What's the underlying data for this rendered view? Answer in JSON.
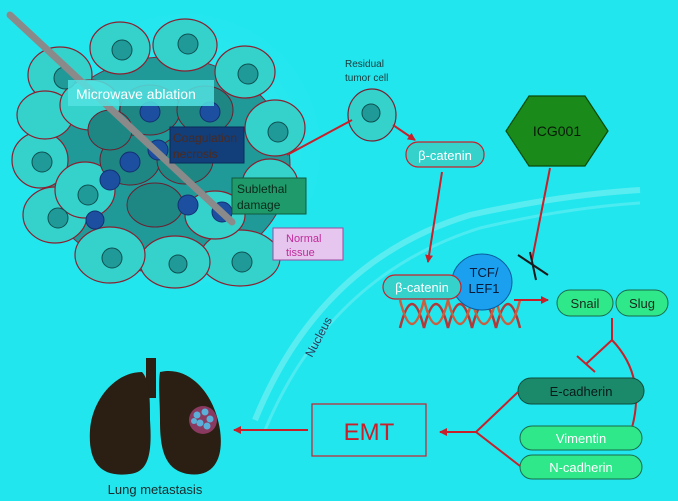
{
  "labels": {
    "microwave_ablation": "Microwave ablation",
    "coagulation_necrosis_1": "Coagulation",
    "coagulation_necrosis_2": "necrosis",
    "sublethal_1": "Sublethal",
    "sublethal_2": "damage",
    "normal_1": "Normal",
    "normal_2": "tissue",
    "residual_1": "Residual",
    "residual_2": "tumor cell",
    "beta_catenin_top": "β-catenin",
    "icg001": "ICG001",
    "beta_catenin_nuc": "β-catenin",
    "tcf_1": "TCF/",
    "tcf_2": "LEF1",
    "snail": "Snail",
    "slug": "Slug",
    "nucleus": "Nucleus",
    "e_cadherin": "E-cadherin",
    "vimentin": "Vimentin",
    "n_cadherin": "N-cadherin",
    "emt": "EMT",
    "lung_metastasis": "Lung metastasis"
  },
  "colors": {
    "background": "#22e6ee",
    "arrow": "#c8202a",
    "cell_light": "#2ec8c4",
    "cell_dark": "#1e8a8a",
    "nucleus_dark": "#1d4fa0",
    "icg_hex": "#1a8a1a",
    "tcf": "#1aa0ee",
    "lung": "#2a1f12",
    "green_box": "#2ee88a"
  }
}
